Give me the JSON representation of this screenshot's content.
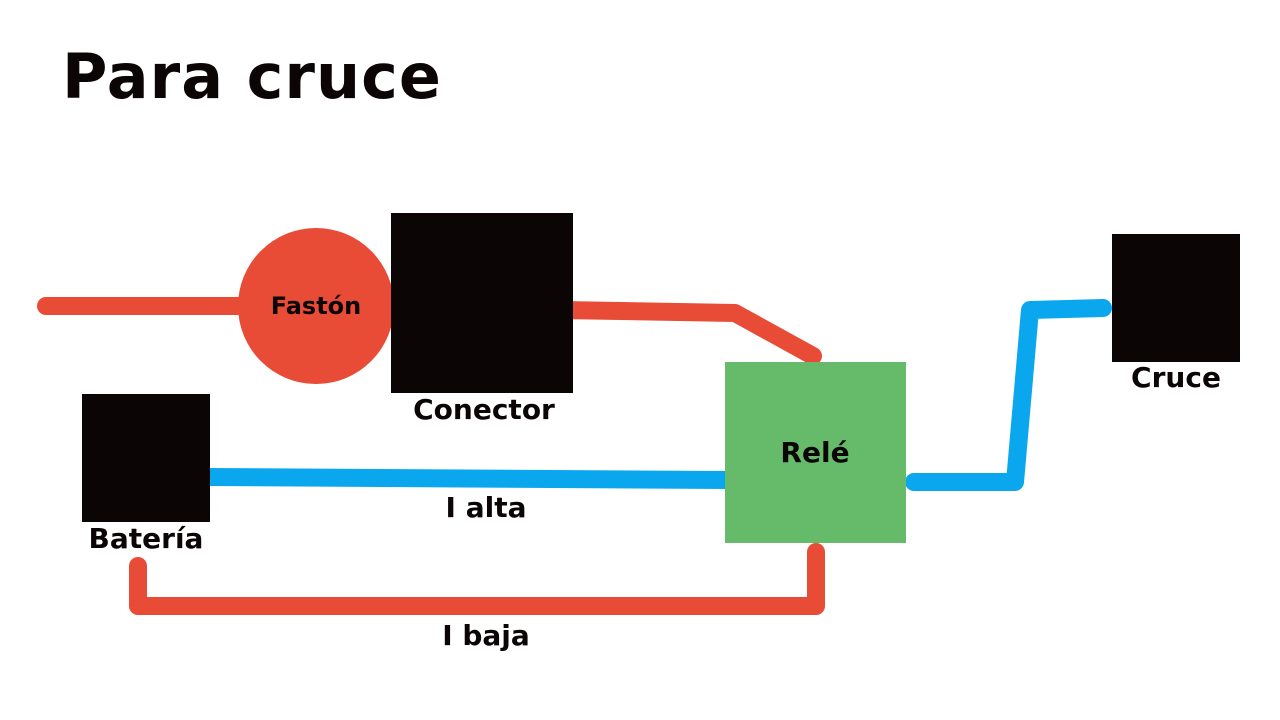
{
  "title": "Para cruce",
  "colors": {
    "wire_red": "#e84b36",
    "wire_blue": "#0aa7ef",
    "block_black": "#0c0505",
    "relay_green": "#66bb6a"
  },
  "nodes": {
    "faston": "Fastón",
    "conector": "Conector",
    "bateria": "Batería",
    "rele": "Relé",
    "cruce": "Cruce"
  },
  "wires": {
    "i_alta": "I alta",
    "i_baja": "I baja"
  }
}
